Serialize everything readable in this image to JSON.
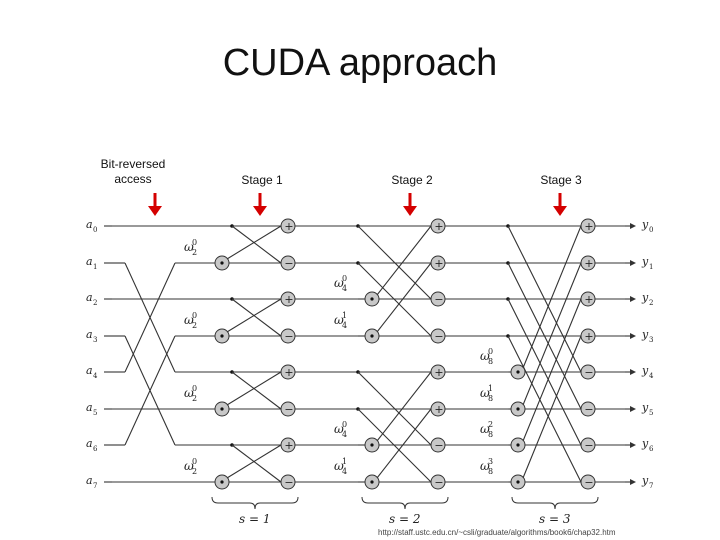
{
  "title": "CUDA approach",
  "labels": {
    "bit_reversed": "Bit-reversed\naccess",
    "stage1": "Stage 1",
    "stage2": "Stage 2",
    "stage3": "Stage 3"
  },
  "footer_url": "http://staff.ustc.edu.cn/~csli/graduate/algorithms/book6/chap32.htm",
  "inputs": [
    "0",
    "1",
    "2",
    "3",
    "4",
    "5",
    "6",
    "7"
  ],
  "outputs": [
    "0",
    "1",
    "2",
    "3",
    "4",
    "5",
    "6",
    "7"
  ],
  "stage_labels": [
    "s = 1",
    "s = 2",
    "s = 3"
  ],
  "arrow_color": "#d40000",
  "diagram_color": "#333333",
  "node_fill": "#c8c8c8"
}
